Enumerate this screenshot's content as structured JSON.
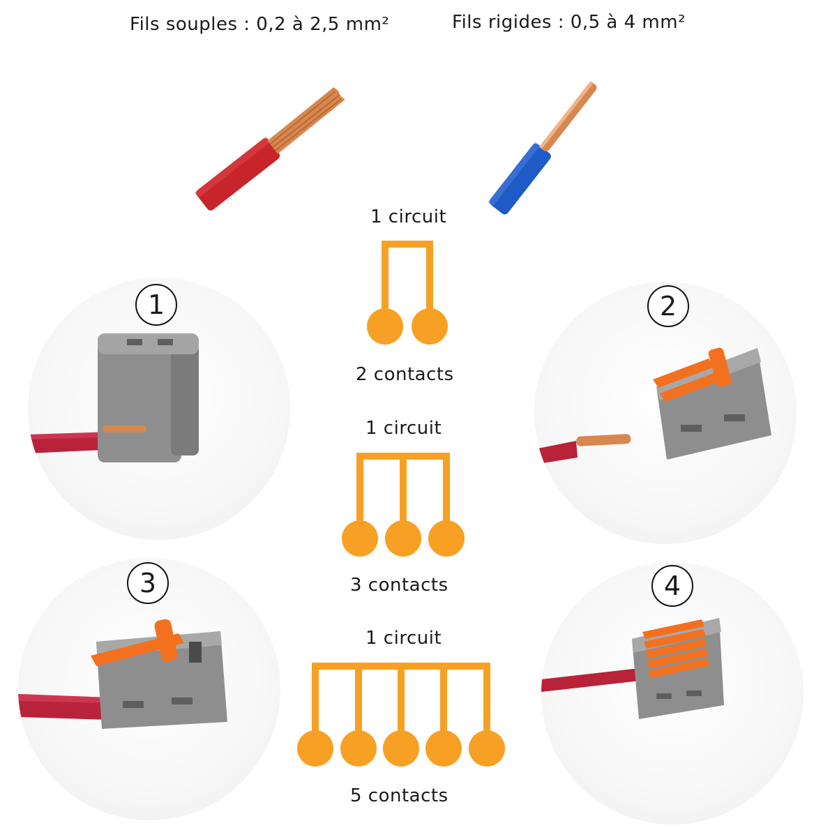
{
  "wires": {
    "flexible_label": "Fils souples : 0,2 à 2,5 mm²",
    "rigid_label": "Fils rigides : 0,5 à 4 mm²"
  },
  "diagrams": [
    {
      "circuit_label": "1 circuit",
      "contacts_label": "2 contacts",
      "contacts": 2
    },
    {
      "circuit_label": "1 circuit",
      "contacts_label": "3 contacts",
      "contacts": 3
    },
    {
      "circuit_label": "1 circuit",
      "contacts_label": "5 contacts",
      "contacts": 5
    }
  ],
  "photos": [
    {
      "number": "1"
    },
    {
      "number": "2"
    },
    {
      "number": "3"
    },
    {
      "number": "4"
    }
  ],
  "colors": {
    "diagram_orange": "#F7A023",
    "wire_red": "#C8242B",
    "wire_blue": "#1E5BC6",
    "copper": "#D8874E",
    "connector_grey": "#8E8E8E",
    "lever_orange": "#F2701E"
  }
}
